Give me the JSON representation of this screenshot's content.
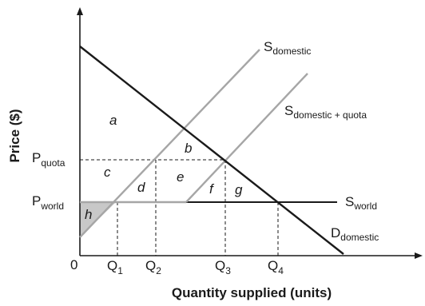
{
  "axes": {
    "x_title": "Quantity supplied (units)",
    "y_title": "Price ($)",
    "origin": "0"
  },
  "x_ticks": [
    {
      "main": "Q",
      "sub": "1"
    },
    {
      "main": "Q",
      "sub": "2"
    },
    {
      "main": "Q",
      "sub": "3"
    },
    {
      "main": "Q",
      "sub": "4"
    }
  ],
  "y_ticks": [
    {
      "main": "P",
      "sub": "quota"
    },
    {
      "main": "P",
      "sub": "world"
    }
  ],
  "curves": {
    "s_domestic": {
      "main": "S",
      "sub": "domestic"
    },
    "s_domestic_quota": {
      "main": "S",
      "sub": "domestic + quota"
    },
    "s_world": {
      "main": "S",
      "sub": "world"
    },
    "d_domestic": {
      "main": "D",
      "sub": "domestic"
    }
  },
  "regions": [
    "a",
    "b",
    "c",
    "d",
    "e",
    "f",
    "g",
    "h"
  ],
  "colors": {
    "main_line": "#1a1a1a",
    "quota_line": "#a6a6a6",
    "shaded_area": "#c8c8c8"
  }
}
